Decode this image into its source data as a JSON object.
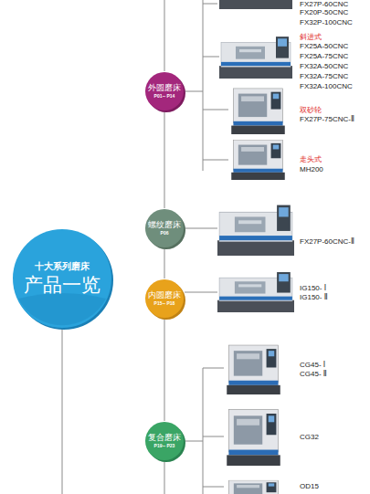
{
  "diagram": {
    "nodes": [
      {
        "text": [
          "十大系列磨床",
          "产品一览"
        ]
      },
      {
        "text": [
          "外圆磨床",
          "P01～P14"
        ]
      },
      {
        "text": [
          "螺纹磨床",
          "P06"
        ]
      },
      {
        "text": [
          "内圆磨床",
          "P15～P18"
        ]
      },
      {
        "text": [
          "复合磨床",
          "P19～P23"
        ]
      }
    ],
    "edges": [
      {
        "from": 1,
        "to": 2,
        "arrow": "none"
      },
      {
        "from": 2,
        "to": 3,
        "arrow": "none"
      },
      {
        "from": 3,
        "to": 4,
        "arrow": "none"
      }
    ],
    "labels": [
      "FX27P-60CNC",
      "FX20P-50CNC",
      "FX32P-100CNC",
      "斜进式",
      "FX25A-50CNC",
      "FX25A-75CNC",
      "FX32A-50CNC",
      "FX32A-75CNC",
      "FX32A-100CNC",
      "双砂轮",
      "FX27P-75CNC-Ⅱ",
      "走头式",
      "MH200",
      "FX27P-60CNC-Ⅱ",
      "IG150- Ⅰ",
      "IG150- Ⅱ",
      "CG45- Ⅰ",
      "CG45- Ⅱ",
      "CG32",
      "OD15"
    ]
  }
}
